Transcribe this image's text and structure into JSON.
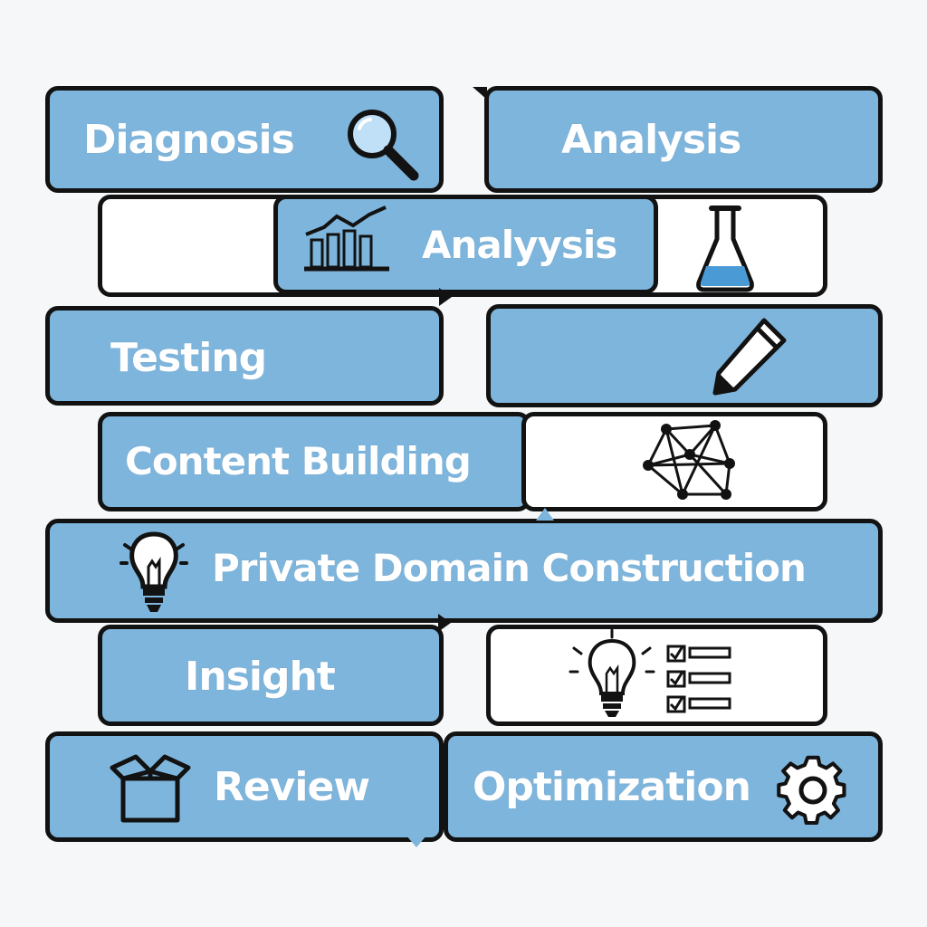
{
  "blocks": {
    "diagnosis": "Diagnosis",
    "analysis_top": "Analysis",
    "analysis_mid": "Analyysis",
    "testing": "Testing",
    "content_building": "Content Building",
    "private_domain": "Private Domain Construction",
    "insight": "Insight",
    "review": "Review",
    "optimization": "Optimization"
  },
  "icons": {
    "magnifier": "magnifier-icon",
    "bar_chart": "bar-chart-icon",
    "flask": "flask-icon",
    "pencil": "pencil-icon",
    "network": "network-icon",
    "lightbulb": "lightbulb-icon",
    "lightbulb_checklist": "lightbulb-checklist-icon",
    "box": "box-icon",
    "gear": "gear-icon"
  },
  "colors": {
    "block_blue": "#7eb5dc",
    "outline": "#121212",
    "text": "#ffffff",
    "icon_accent": "#4a9ad6"
  }
}
